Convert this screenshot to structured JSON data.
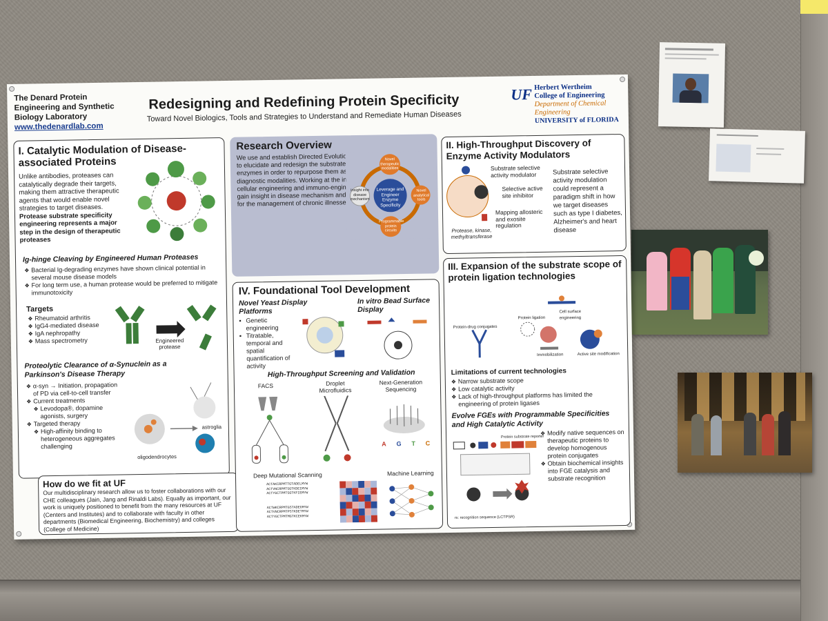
{
  "poster": {
    "lab": {
      "line1": "The Denard Protein",
      "line2": "Engineering and Synthetic",
      "line3": "Biology Laboratory",
      "url": "www.thedenardlab.com"
    },
    "title": "Redesigning and Redefining Protein Specificity",
    "subtitle": "Toward Novel Biologics, Tools and Strategies to Understand and Remediate Human Diseases",
    "logo": {
      "mark": "UF",
      "line1": "Herbert Wertheim",
      "line2": "College of Engineering",
      "line3": "Department of Chemical Engineering",
      "line4": "UNIVERSITY of FLORIDA"
    },
    "section1": {
      "title": "I. Catalytic Modulation of Disease-associated Proteins",
      "intro": "Unlike antibodies, proteases can catalytically degrade their targets, making them attractive therapeutic agents that would enable novel strategies to target diseases.",
      "intro_bold": "Protease substrate specificity engineering represents a major step in the design of therapeutic proteases",
      "ig_title": "Ig-hinge Cleaving by Engineered Human Proteases",
      "ig_bullets": [
        "Bacterial Ig-degrading enzymes have shown clinical potential in several mouse disease models",
        "For long term use, a human protease would be preferred to mitigate immunotoxicity"
      ],
      "targets_title": "Targets",
      "targets": [
        "Rheumatoid arthritis",
        "IgG4-mediated disease",
        "IgA nephropathy",
        "Mass spectrometry"
      ],
      "engineered_label": "Engineered protease",
      "syn_title": "Proteolytic Clearance of α-Synuclein as a Parkinson's Disease Therapy",
      "syn_bullets": [
        {
          "text": "α-syn → Initiation, propagation of PD via cell-to-cell transfer",
          "sub": false
        },
        {
          "text": "Current treatments",
          "sub": false
        },
        {
          "text": "Levodopa®, dopamine agonists, surgery",
          "sub": true
        },
        {
          "text": "Targeted therapy",
          "sub": false
        },
        {
          "text": "High-affinity binding to heterogeneous aggregates challenging",
          "sub": true
        }
      ],
      "fig_labels": {
        "astroglia": "astroglia",
        "oligo": "oligodendrocytes"
      }
    },
    "fit": {
      "title": "How do we fit at UF",
      "text": "Our multidisciplinary research allow us to foster collaborations with our CHE colleagues (Jain, Jang and Rinaldi Labs). Equally as important, our work is uniquely positioned to benefit from the many resources at UF (Centers and Institutes) and to collaborate with faculty in other departments (Biomedical Engineering, Biochemistry) and colleges (College of Medicine)"
    },
    "overview": {
      "title": "Research Overview",
      "text": "We use and establish Directed Evolution and protein engineering tools to elucidate and redesign the substrate specificity of protein-modifying enzymes in order to repurpose them as novel therapeutic and diagnostic modalities. Working at the interface of protein engineering, cellular engineering and immuno-engineering, our research aims to gain insight in disease mechanism and expand the toolset of biologics for the management of chronic illnesses, inflammation and cancer.",
      "center": "Leverage and Engineer Enzyme Specificity",
      "nodes": [
        "Novel therapeutic modalities",
        "Novel analytical tools",
        "Programmable protein circuits",
        "Insight into disease mechanism"
      ]
    },
    "section4": {
      "title": "IV. Foundational Tool Development",
      "yeast_title": "Novel Yeast Display Platforms",
      "yeast_bullets": [
        "Genetic engineering",
        "Titratable, temporal and spatial quantification of activity"
      ],
      "bead_title": "In vitro Bead Surface Display",
      "hts_title": "High-Throughput Screening and Validation",
      "facs": "FACS",
      "droplet": "Droplet Microfluidics",
      "ngs": "Next-Generation Sequencing",
      "bases": [
        "A",
        "G",
        "T",
        "C"
      ],
      "dms": "Deep Mutational Scanning",
      "ml": "Machine Learning",
      "seqs": [
        "ACTAKCRPMTTGTADELMYW",
        "ACTVNCRPMTSGTKDEIMYW",
        "ACTYGCTPMTSGTKFIEMYW",
        "ACTWKCRPMTGSTADEGMYW",
        "ACTVNCRPMTPSTKDETMYW",
        "ACTYGCTPMTMGTKCEKMYW"
      ]
    },
    "section2": {
      "title": "II. High-Throughput Discovery of Enzyme Activity Modulators",
      "labels": [
        "Substrate selective activity modulator",
        "Selective active site inhibitor",
        "Mapping allosteric and exosite regulation"
      ],
      "enzyme_label": "Protease, kinase, methyltransferase",
      "text": "Substrate selective activity modulation could represent a paradigm shift in how we target diseases such as type I diabetes, Alzheimer's and heart disease"
    },
    "section3": {
      "title": "III. Expansion of the substrate scope of protein ligation technologies",
      "fig_labels": [
        "Protein-drug conjugates",
        "Protein ligation",
        "Cell surface engineering",
        "Immobilization",
        "Active site modification"
      ],
      "limits_title": "Limitations of current technologies",
      "limits": [
        "Narrow substrate scope",
        "Low catalytic activity",
        "Lack of high-throughput platforms has limited the engineering of protein ligases"
      ],
      "fge_title": "Evolve FGEs with Programmable Specificities and High Catalytic Activity",
      "fge_bullets": [
        "Modify native sequences on therapeutic proteins to develop homogenous protein conjugates",
        "Obtain biochemical insights into FGE catalysis and substrate recognition"
      ],
      "reporter": "Protein substrate reporter",
      "recognition": "rs: recognition sequence (LCTPSR)"
    }
  },
  "colors": {
    "uf_blue": "#0b2f86",
    "uf_orange": "#c96a00",
    "overview_bg": "#b9bdd0",
    "green": "#4e9a47"
  },
  "icons": [
    "pushpin-icon",
    "cycle-diagram-icon",
    "antibody-icon",
    "arrow-icon",
    "neuron-icon",
    "enzyme-icon",
    "flask-icon",
    "microchip-icon",
    "heatmap-icon",
    "neural-network-icon"
  ]
}
